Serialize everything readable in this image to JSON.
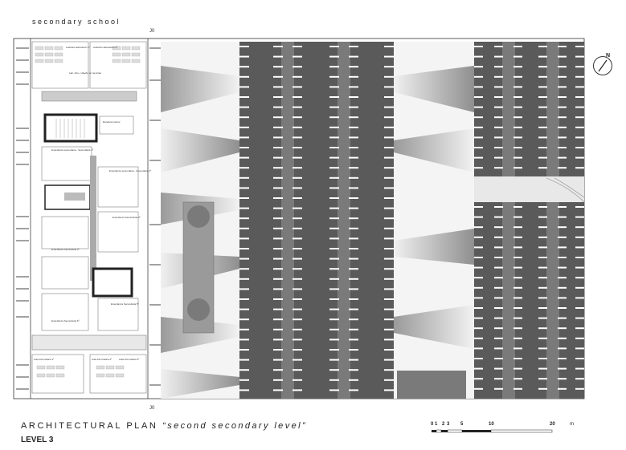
{
  "header": {
    "label": "secondary school"
  },
  "axis_marks": {
    "top_right": "J0",
    "bottom_right": "J0"
  },
  "title": {
    "main": "ARCHITECTURAL PLAN",
    "sub": "“second secondary level”"
  },
  "level": "LEVEL 3",
  "scale": {
    "ticks": [
      "0",
      "1",
      "2",
      "3",
      "5",
      "10",
      "20"
    ],
    "unit": "m"
  },
  "rooms": {
    "classroom_top_a": "Auditorio Educación 1º",
    "classroom_top_b": "Auditorio Educación 2º",
    "lab": "Lab. Arte y diseño en ciencias",
    "stair_label": "Escalera interior",
    "teaching_a": "Enseñanza secundaria - Secundaria 1º",
    "teaching_b": "Enseñanza secundaria - Secundaria 2º",
    "teaching_c": "Enseñanza Secundaria 3º",
    "teaching_d": "Enseñanza Secundaria 4º",
    "teaching_e": "Enseñanza Secundaria 5º",
    "teaching_f": "Enseñanza Secundaria 6º",
    "bottom_a": "Aula Informática 1º",
    "bottom_b": "Aula Informática 2º",
    "bottom_c": "Aula Informática 3º"
  }
}
